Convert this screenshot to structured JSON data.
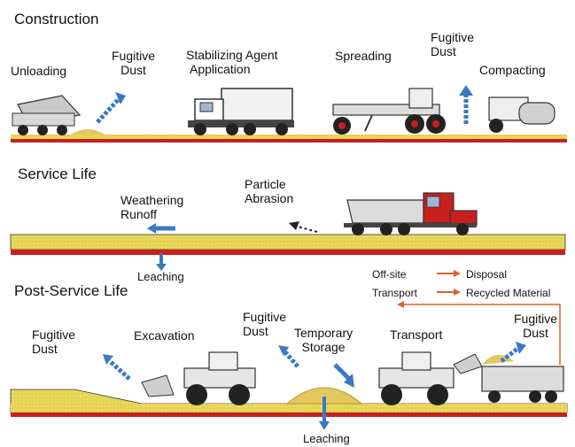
{
  "sections": {
    "construction": "Construction",
    "service_life": "Service Life",
    "post_service": "Post-Service Life"
  },
  "construction": {
    "unloading": "Unloading",
    "fugitive_dust_1": [
      "Fugitive",
      "Dust"
    ],
    "stabilizing": [
      "Stabilizing Agent",
      "Application"
    ],
    "spreading": "Spreading",
    "fugitive_dust_2": [
      "Fugitive",
      "Dust"
    ],
    "compacting": "Compacting"
  },
  "service": {
    "weathering": [
      "Weathering",
      "Runoff"
    ],
    "abrasion": [
      "Particle",
      "Abrasion"
    ],
    "leaching": "Leaching"
  },
  "post": {
    "offsite": "Off-site",
    "transport_label": "Transport",
    "disposal": "Disposal",
    "recycled": "Recycled Material",
    "fugitive_dust_left": [
      "Fugitive",
      "Dust"
    ],
    "excavation": "Excavation",
    "fugitive_dust_mid": [
      "Fugitive",
      "Dust"
    ],
    "temporary": [
      "Temporary",
      "Storage"
    ],
    "transport": "Transport",
    "fugitive_dust_right": [
      "Fugitive",
      "Dust"
    ],
    "leaching": "Leaching"
  },
  "colors": {
    "road_yellow": "#e9d85a",
    "road_red": "#c81f1f",
    "arrow_blue": "#3a79c4",
    "orange_arrow": "#e0602a"
  }
}
